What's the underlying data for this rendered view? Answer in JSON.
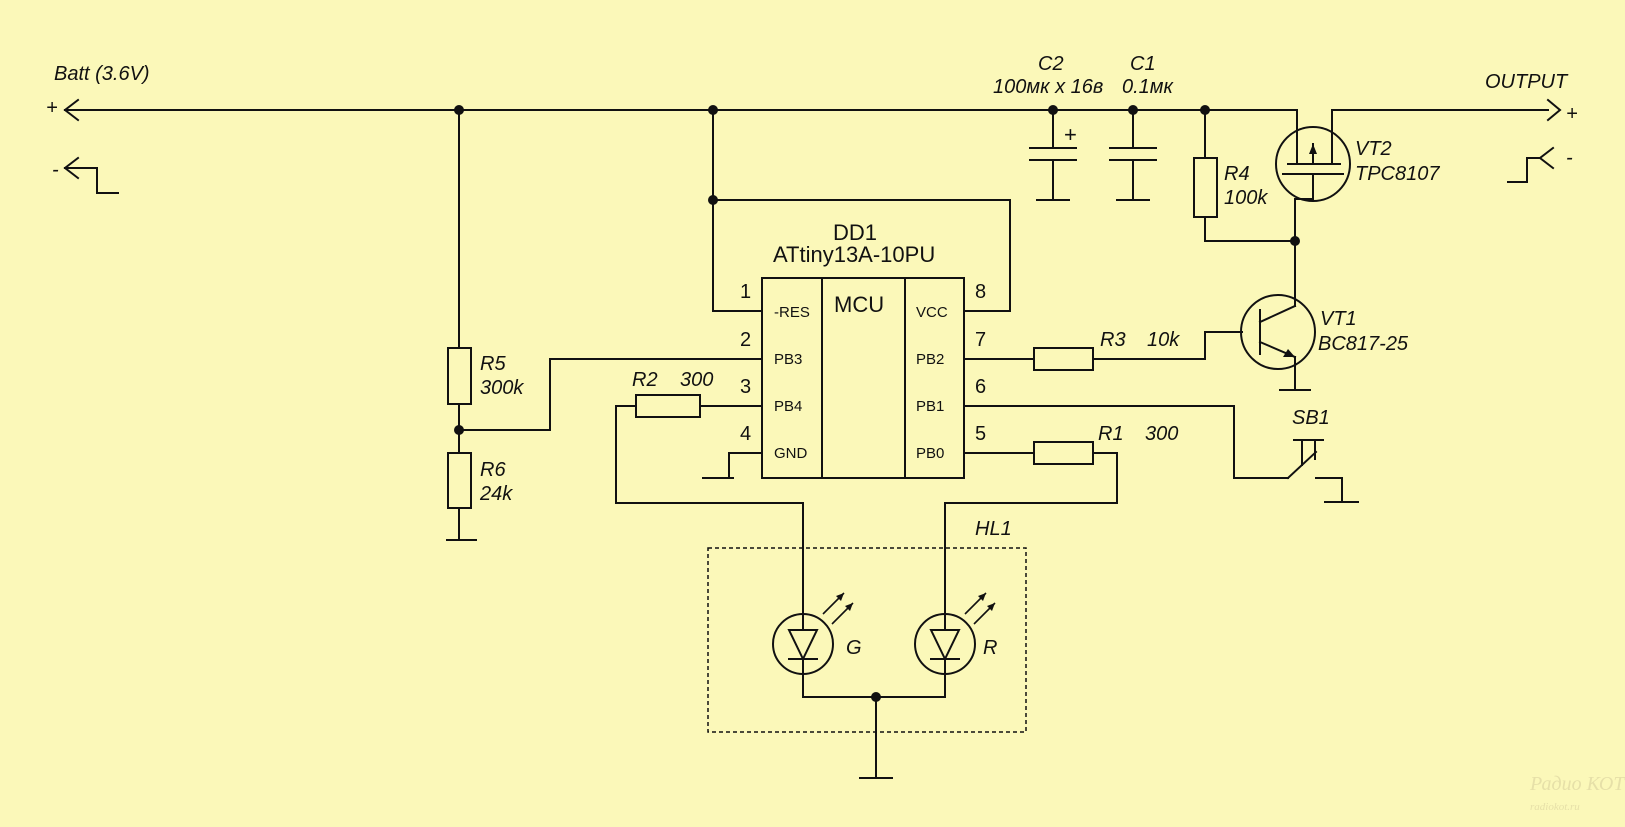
{
  "power": {
    "batt_label": "Batt (3.6V)",
    "batt_plus": "+",
    "batt_minus": "-",
    "output_label": "OUTPUT",
    "output_plus": "+",
    "output_minus": "-"
  },
  "mcu": {
    "ref": "DD1",
    "part": "ATtiny13A-10PU",
    "center_label": "MCU",
    "pins": [
      {
        "num": "1",
        "name": "-RES"
      },
      {
        "num": "2",
        "name": "PB3"
      },
      {
        "num": "3",
        "name": "PB4"
      },
      {
        "num": "4",
        "name": "GND"
      },
      {
        "num": "5",
        "name": "PB0"
      },
      {
        "num": "6",
        "name": "PB1"
      },
      {
        "num": "7",
        "name": "PB2"
      },
      {
        "num": "8",
        "name": "VCC"
      }
    ]
  },
  "components": {
    "c2": {
      "ref": "C2",
      "value": "100мк х 16в",
      "pol": "+"
    },
    "c1": {
      "ref": "C1",
      "value": "0.1мк"
    },
    "r4": {
      "ref": "R4",
      "value": "100k"
    },
    "vt2": {
      "ref": "VT2",
      "value": "TPC8107"
    },
    "vt1": {
      "ref": "VT1",
      "value": "BC817-25"
    },
    "r3": {
      "ref": "R3",
      "value": "10k"
    },
    "r5": {
      "ref": "R5",
      "value": "300k"
    },
    "r6": {
      "ref": "R6",
      "value": "24k"
    },
    "r2": {
      "ref": "R2",
      "value": "300"
    },
    "r1": {
      "ref": "R1",
      "value": "300"
    },
    "sb1": {
      "ref": "SB1"
    },
    "hl1": {
      "ref": "HL1",
      "led_g": "G",
      "led_r": "R"
    }
  },
  "watermark": {
    "title": "Радио КОТ",
    "url": "radiokot.ru"
  },
  "colors": {
    "background": "#fbf8b9",
    "ink": "#111111"
  }
}
